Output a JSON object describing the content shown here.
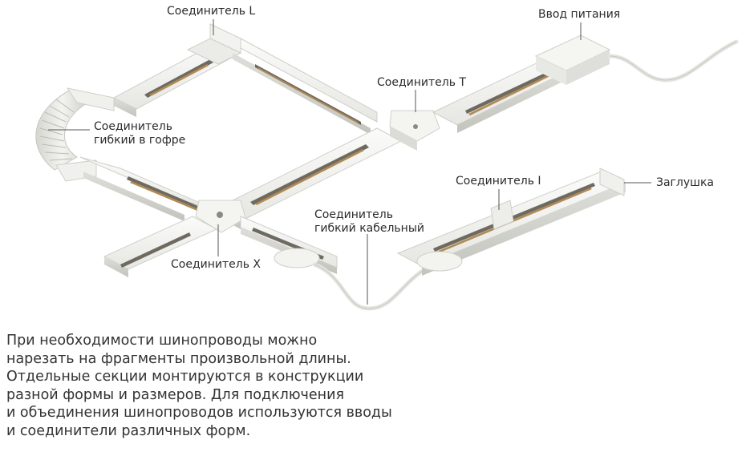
{
  "labels": {
    "connector_l": "Соединитель L",
    "power_input": "Ввод питания",
    "connector_t": "Соединитель T",
    "connector_flex_corrugated": [
      "Соединитель",
      "гибкий в гофре"
    ],
    "connector_i": "Соединитель I",
    "end_cap": "Заглушка",
    "connector_flex_cable": [
      "Соединитель",
      "гибкий кабельный"
    ],
    "connector_x": "Соединитель X"
  },
  "description": [
    "При необходимости шинопроводы можно",
    "нарезать на фрагменты произвольной длины.",
    "Отдельные секции монтируются в конструкции",
    "разной формы и размеров. Для подключения",
    "и объединения шинопроводов используются вводы",
    "и соединители различных форм."
  ],
  "colors": {
    "rail_top": "#f7f7f5",
    "rail_side": "#dcdcd8",
    "rail_shadow": "#c9c9c4",
    "slot_dark": "#6f6a60",
    "slot_copper": "#b08a55",
    "leader": "#555555",
    "text": "#2b2b2b"
  }
}
